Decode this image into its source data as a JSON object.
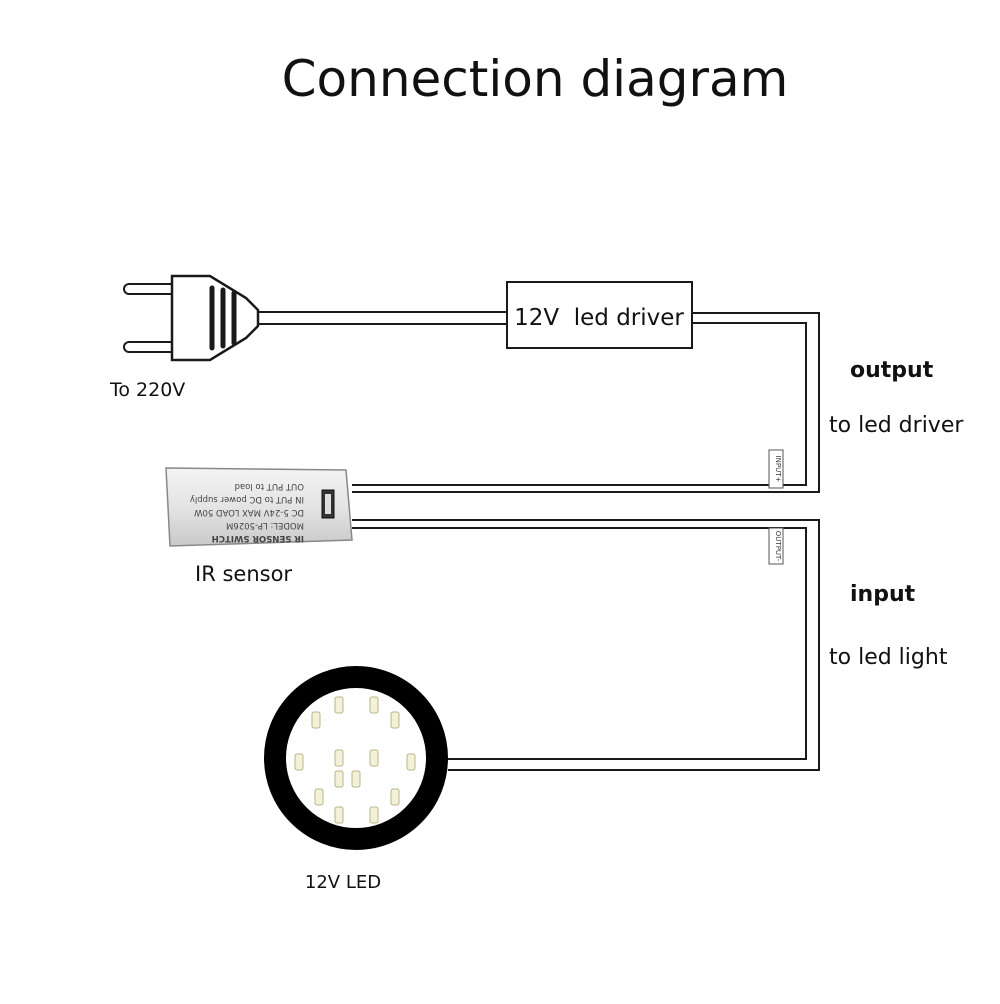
{
  "title": "Connection diagram",
  "plug": {
    "label": "To 220V"
  },
  "driver": {
    "label": "12V  led driver"
  },
  "output_note": {
    "heading": "output",
    "text": "to led driver"
  },
  "input_note": {
    "heading": "input",
    "text": "to led light"
  },
  "sensor": {
    "label": "IR sensor",
    "body_lines": [
      "IR SENSOR SWITCH",
      "MODEL: LP-5026M",
      "DC 5-24V  MAX LOAD 50W",
      "IN PUT to DC power supply",
      "OUT PUT to load"
    ],
    "port_input": "INPUT+",
    "port_output": "OUTPUT-"
  },
  "led": {
    "label": "12V LED",
    "chip_count": 14
  },
  "colors": {
    "line": "#1a1a1a",
    "text": "#111111",
    "led_ring": "#000000",
    "led_chip": "#f3f1d8",
    "sensor_body": "#e9e9e9"
  }
}
